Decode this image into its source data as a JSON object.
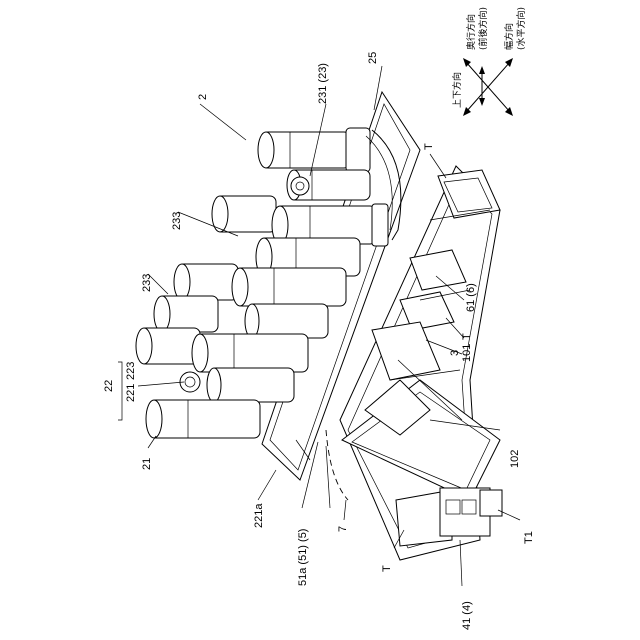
{
  "figure": {
    "labels": {
      "ref_2": "2",
      "ref_25": "25",
      "ref_231_23": "231 (23)",
      "ref_233_top": "233",
      "ref_233_left": "233",
      "ref_22": "22",
      "ref_221": "221",
      "ref_223": "223",
      "ref_21": "21",
      "ref_221a": "221a",
      "ref_51a": "51a (51) (5)",
      "ref_7": "7",
      "ref_T_bottom": "T",
      "ref_T_top": "T",
      "ref_T_mid": "T",
      "ref_3": "3",
      "ref_101": "101",
      "ref_102": "102",
      "ref_61_6": "61 (6)",
      "ref_41_4": "41 (4)",
      "ref_T1": "T1"
    },
    "compass": {
      "up_down": "上下方向",
      "depth_line1": "奥行方向",
      "depth_line2": "(前後方向)",
      "width_line1": "幅方向",
      "width_line2": "(水平方向)"
    }
  }
}
